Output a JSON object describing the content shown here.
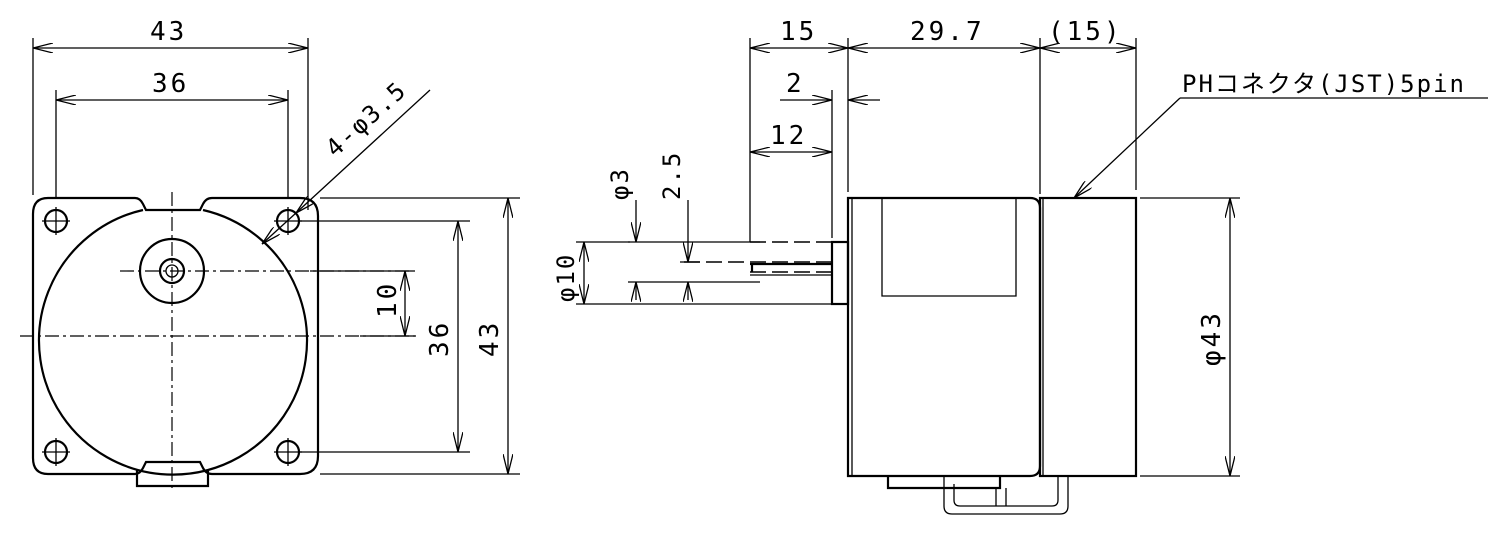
{
  "front_view": {
    "dim_width_outer": "43",
    "dim_width_holes": "36",
    "dim_holes": "4-φ3.5",
    "dim_shaft_offset": "10",
    "dim_height_holes": "36",
    "dim_height_outer": "43"
  },
  "side_view": {
    "dim_shaft_length": "15",
    "dim_body_length": "29.7",
    "dim_connector_length": "(15)",
    "dim_flange": "2",
    "dim_shaft_flat": "12",
    "dim_shaft_dia": "φ3",
    "dim_flat_depth": "2.5",
    "dim_boss_dia": "φ10",
    "dim_body_dia": "φ43",
    "connector_label": "PHコネクタ(JST)5pin"
  }
}
